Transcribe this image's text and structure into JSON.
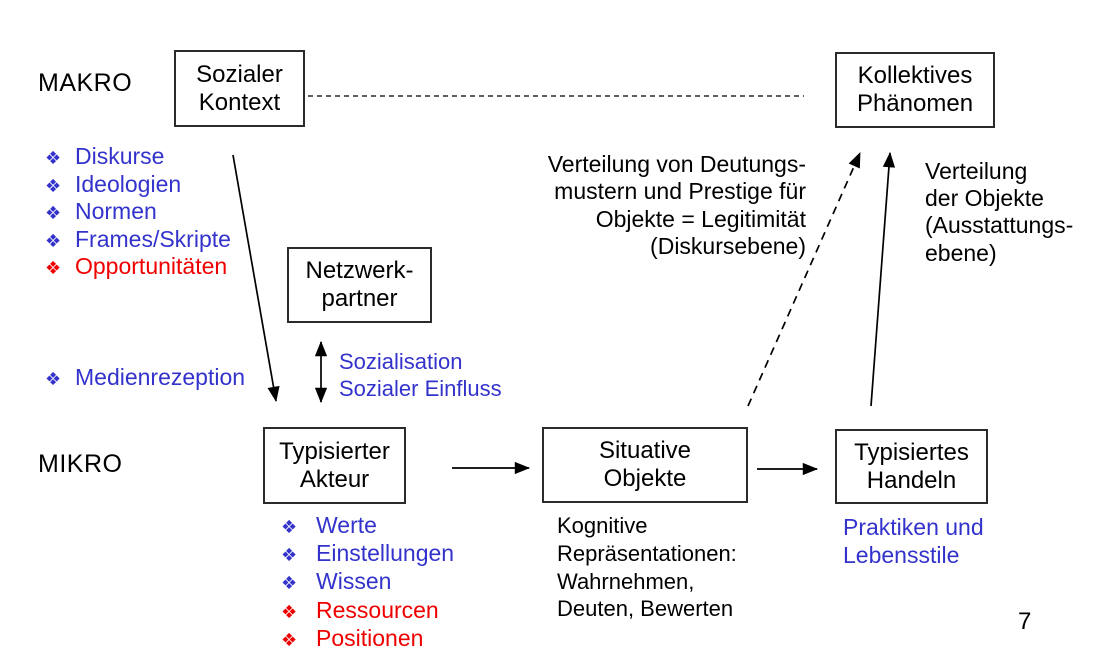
{
  "colors": {
    "blue": "#3333CC",
    "red": "#EE0000",
    "black": "#000000"
  },
  "bullet_glyph": "❖",
  "levels": {
    "makro": "MAKRO",
    "mikro": "MIKRO"
  },
  "boxes": {
    "sozialer_kontext": {
      "lines": [
        "Sozialer",
        "Kontext"
      ]
    },
    "kollektives_phaenomen": {
      "lines": [
        "Kollektives",
        "Phänomen"
      ]
    },
    "netzwerkpartner": {
      "lines": [
        "Netzwerk-",
        "partner"
      ]
    },
    "typisierter_akteur": {
      "lines": [
        "Typisierter",
        "Akteur"
      ]
    },
    "situative_objekte": {
      "lines": [
        "Situative",
        "Objekte"
      ]
    },
    "typisiertes_handeln": {
      "lines": [
        "Typisiertes",
        "Handeln"
      ]
    }
  },
  "makro_attributes": {
    "items": [
      {
        "label": "Diskurse",
        "color": "#3333CC"
      },
      {
        "label": "Ideologien",
        "color": "#3333CC"
      },
      {
        "label": "Normen",
        "color": "#3333CC"
      },
      {
        "label": "Frames/Skripte",
        "color": "#3333CC"
      },
      {
        "label": "Opportunitäten",
        "color": "#EE0000"
      }
    ]
  },
  "medienrezeption": {
    "label": "Medienrezeption",
    "color": "#3333CC"
  },
  "mikro_attributes": {
    "items": [
      {
        "label": "Werte",
        "color": "#3333CC"
      },
      {
        "label": "Einstellungen",
        "color": "#3333CC"
      },
      {
        "label": "Wissen",
        "color": "#3333CC"
      },
      {
        "label": "Ressourcen",
        "color": "#EE0000"
      },
      {
        "label": "Positionen",
        "color": "#EE0000"
      }
    ]
  },
  "annotations": {
    "sozialisation": {
      "lines": [
        "Sozialisation",
        "Sozialer Einfluss"
      ],
      "color": "#3333CC"
    },
    "verteilung_deutung": {
      "lines": [
        "Verteilung von Deutungs-",
        "mustern und Prestige für",
        "Objekte = Legitimität",
        "(Diskursebene)"
      ]
    },
    "verteilung_objekte": {
      "lines": [
        "Verteilung",
        "der Objekte",
        "(Ausstattungs-",
        "ebene)"
      ]
    },
    "kognitive_repraesentationen": {
      "lines": [
        "Kognitive",
        "Repräsentationen:",
        "Wahrnehmen,",
        "Deuten, Bewerten"
      ]
    },
    "praktiken": {
      "lines": [
        "Praktiken und",
        "Lebensstile"
      ],
      "color": "#3333CC"
    }
  },
  "page_number": "7"
}
